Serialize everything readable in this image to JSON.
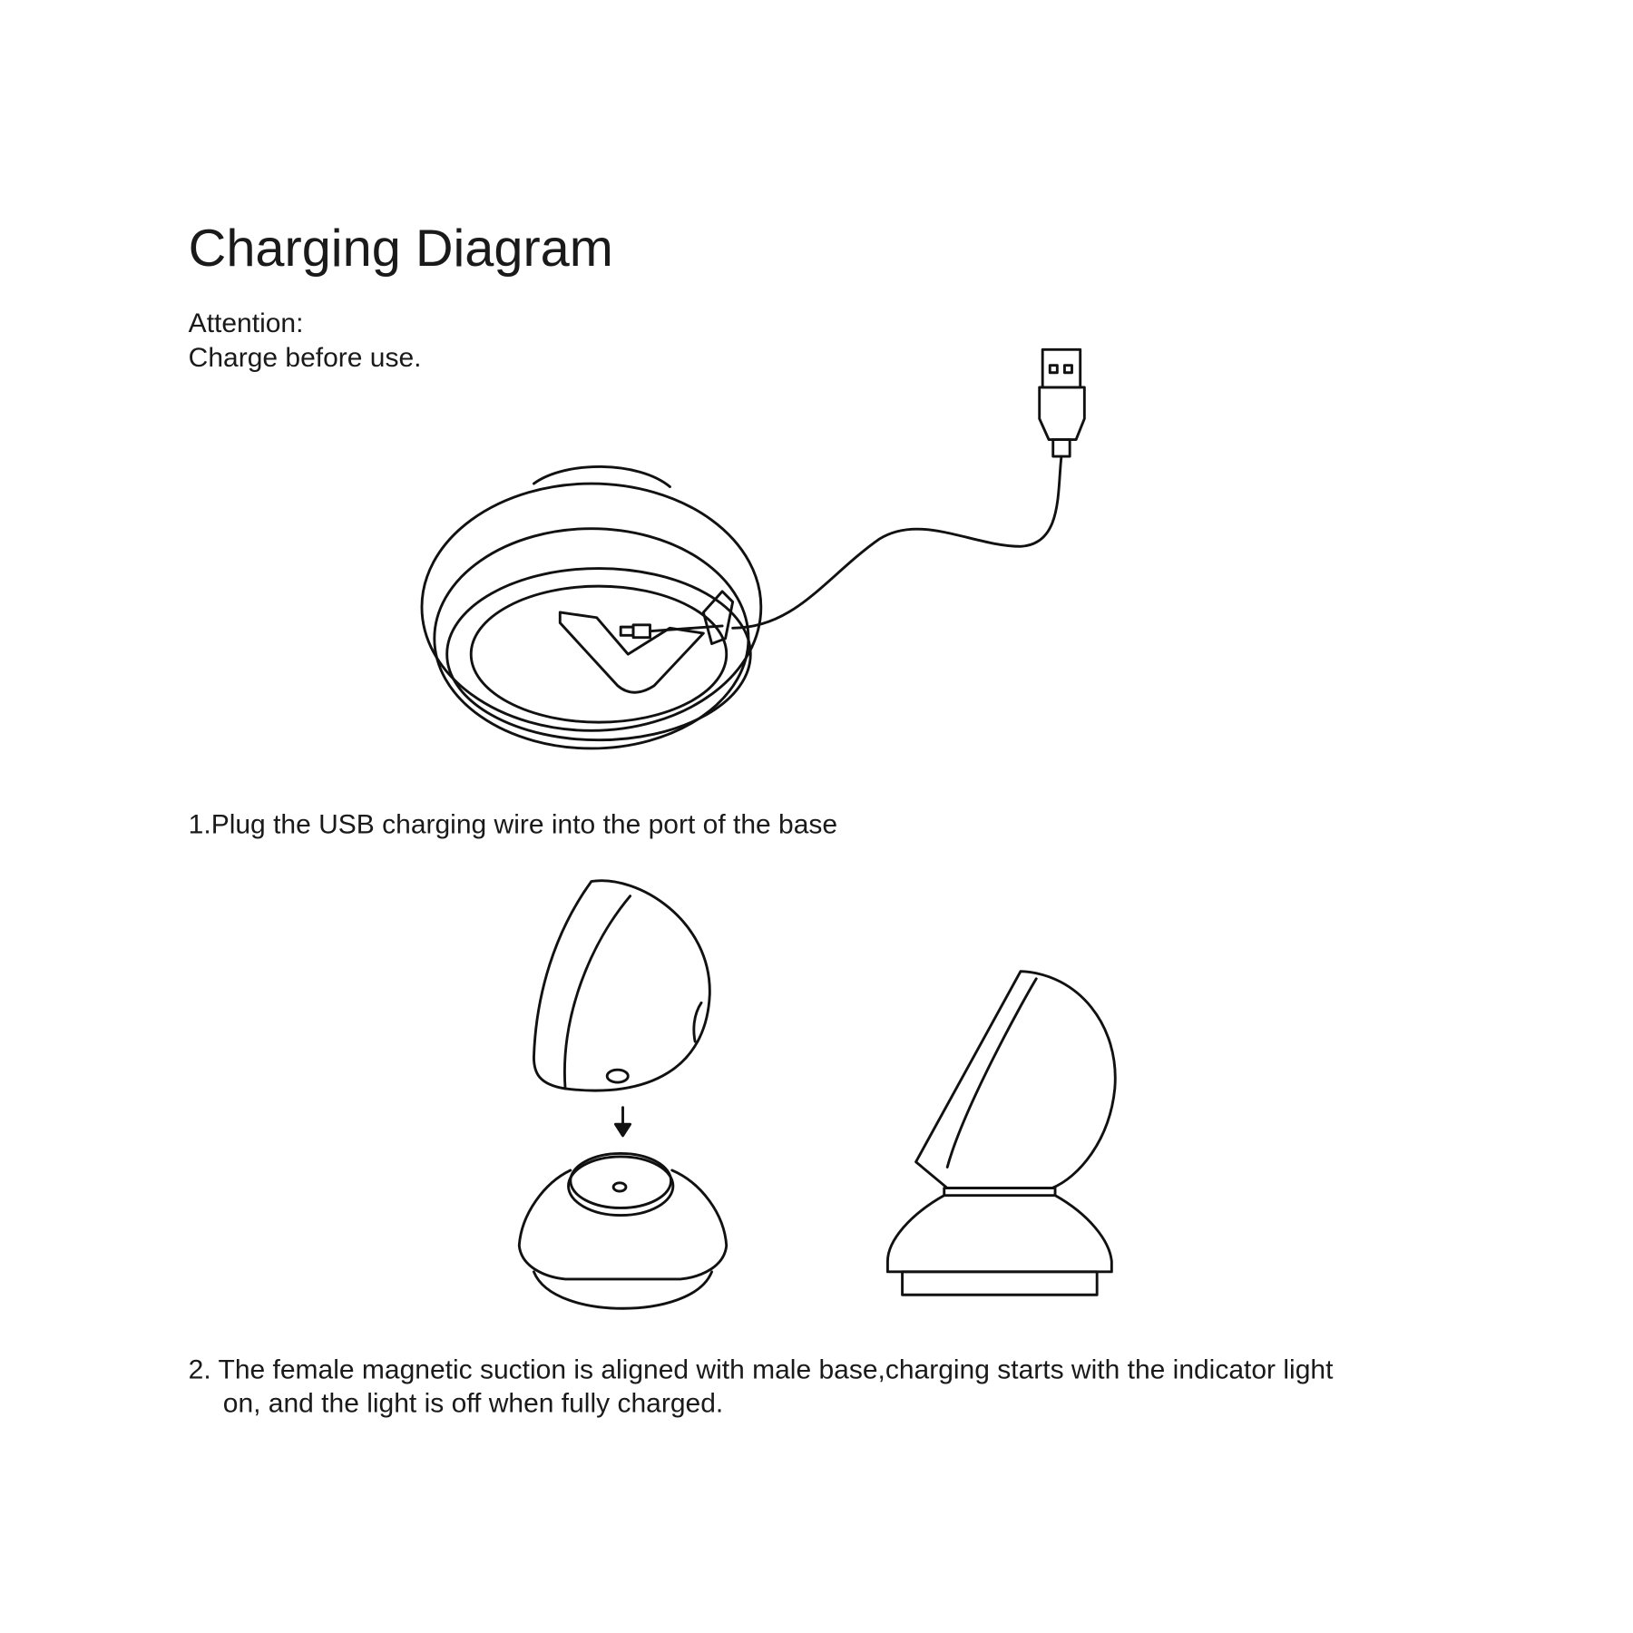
{
  "title": "Charging Diagram",
  "attention": {
    "label": "Attention:",
    "text": "Charge before use."
  },
  "steps": [
    {
      "text": "1.Plug the USB charging wire into the port of the base"
    },
    {
      "line1": "2. The female magnetic suction is aligned with male base,charging starts with the indicator light",
      "line2": "on, and the light is off when fully charged."
    }
  ],
  "icons": [
    "usb-cable-illustration",
    "base-bottom-illustration",
    "lamp-detached-illustration",
    "down-arrow-icon",
    "lamp-assembled-illustration"
  ]
}
